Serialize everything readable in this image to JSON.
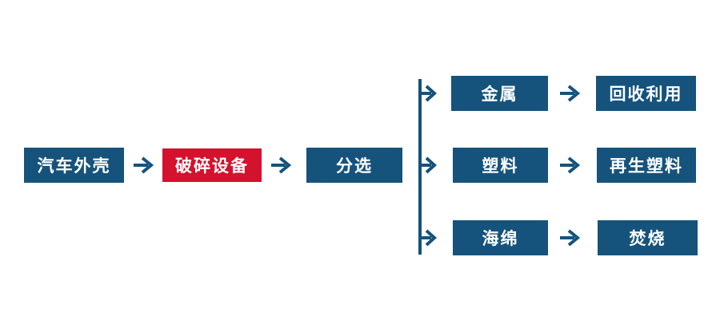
{
  "diagram_type": "flowchart",
  "colors": {
    "primary_blue": "#15537c",
    "accent_red": "#d4122d",
    "text_white": "#ffffff",
    "background": "#ffffff"
  },
  "flowchart": {
    "main_nodes": [
      {
        "id": "source",
        "label": "汽车外壳",
        "color": "blue"
      },
      {
        "id": "crusher",
        "label": "破碎设备",
        "color": "red"
      },
      {
        "id": "sorting",
        "label": "分选",
        "color": "blue"
      }
    ],
    "branches": [
      {
        "material": "金属",
        "result": "回收利用"
      },
      {
        "material": "塑料",
        "result": "再生塑料"
      },
      {
        "material": "海绵",
        "result": "焚烧"
      }
    ]
  }
}
